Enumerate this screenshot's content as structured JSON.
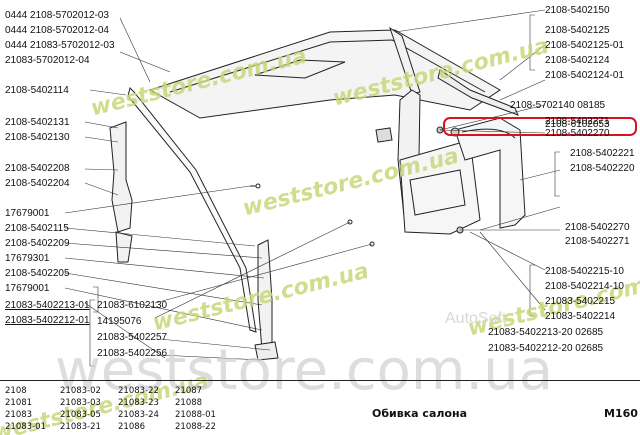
{
  "title": "Обивка салона",
  "page_code": "M160",
  "labels_left": [
    "0444  2108-5702012-03",
    "0444  2108-5702012-04",
    "0444  21083-5702012-03",
    "21083-5702012-04",
    "2108-5402114",
    "2108-5402131",
    "2108-5402130",
    "2108-5402208",
    "2108-5402204",
    "17679001",
    "2108-5402115",
    "2108-5402209",
    "17679301",
    "2108-5402205",
    "17679001",
    "21083-5402213-01",
    "21083-5402212-01"
  ],
  "labels_center": [
    "21083-6102130",
    "14195076",
    "21083-5402257",
    "21083-5402256"
  ],
  "labels_right": [
    "2108-5402150",
    "2108-5402125",
    "2108-5402125-01",
    "2108-5402124",
    "2108-5402124-01",
    "2108-5702140  08185",
    "2108-5402271",
    "2108-5402270",
    "2108-6102053",
    "2108-5402221",
    "2108-5402220",
    "2108-5402270",
    "2108-5402271",
    "2108-5402215-10",
    "2108-5402214-10",
    "21083-5402215",
    "21083-5402214",
    "21083-5402213-20  02685",
    "21083-5402212-20  02685"
  ],
  "footer_cols": [
    [
      "2108",
      "21081",
      "21083",
      "21083-01"
    ],
    [
      "21083-02",
      "21083-03",
      "21083-05",
      "21083-21"
    ],
    [
      "21083-22",
      "21083-23",
      "21083-24",
      "21086"
    ],
    [
      "21087",
      "21088",
      "21088-01",
      "21088-22"
    ]
  ],
  "watermarks": {
    "site": "weststore.com.ua",
    "big": "weststore.com.ua",
    "brand": "AutoSoft"
  },
  "colors": {
    "highlight": "#d4141e",
    "watermark": "#c9d77a"
  }
}
